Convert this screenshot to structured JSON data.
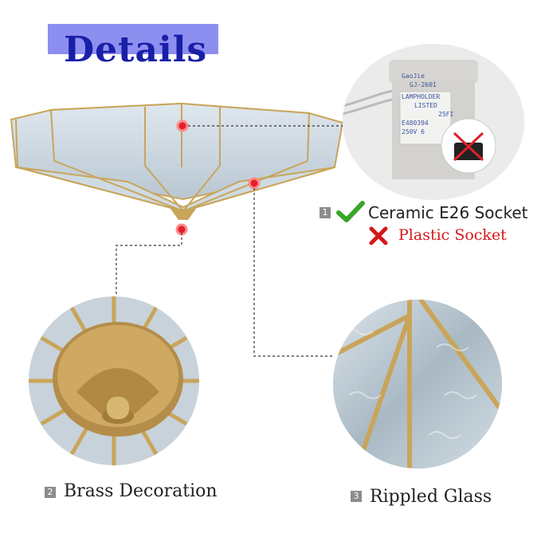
{
  "header": {
    "title": "Details"
  },
  "features": [
    {
      "number": "1",
      "label": "Ceramic E26 Socket",
      "check_icon": "check-icon"
    },
    {
      "number": "",
      "label": "Plastic Socket",
      "cross_icon": "cross-icon"
    },
    {
      "number": "2",
      "label": "Brass Decoration"
    },
    {
      "number": "3",
      "label": "Rippled Glass"
    }
  ],
  "socket_print": {
    "brand": "GaoJie",
    "model": "GJ-2601",
    "line1": "LAMPHOLDER",
    "line2": "LISTED",
    "line3": "25FI",
    "line4": "E480394",
    "line5": "250V 6"
  },
  "colors": {
    "title_bar": "#8d8ff0",
    "title_text": "#1a1fa8",
    "marker": "#e0202a",
    "brass": "#c9a55a",
    "glass": "#c7d2da",
    "check": "#3aa52a",
    "cross": "#d51818"
  }
}
